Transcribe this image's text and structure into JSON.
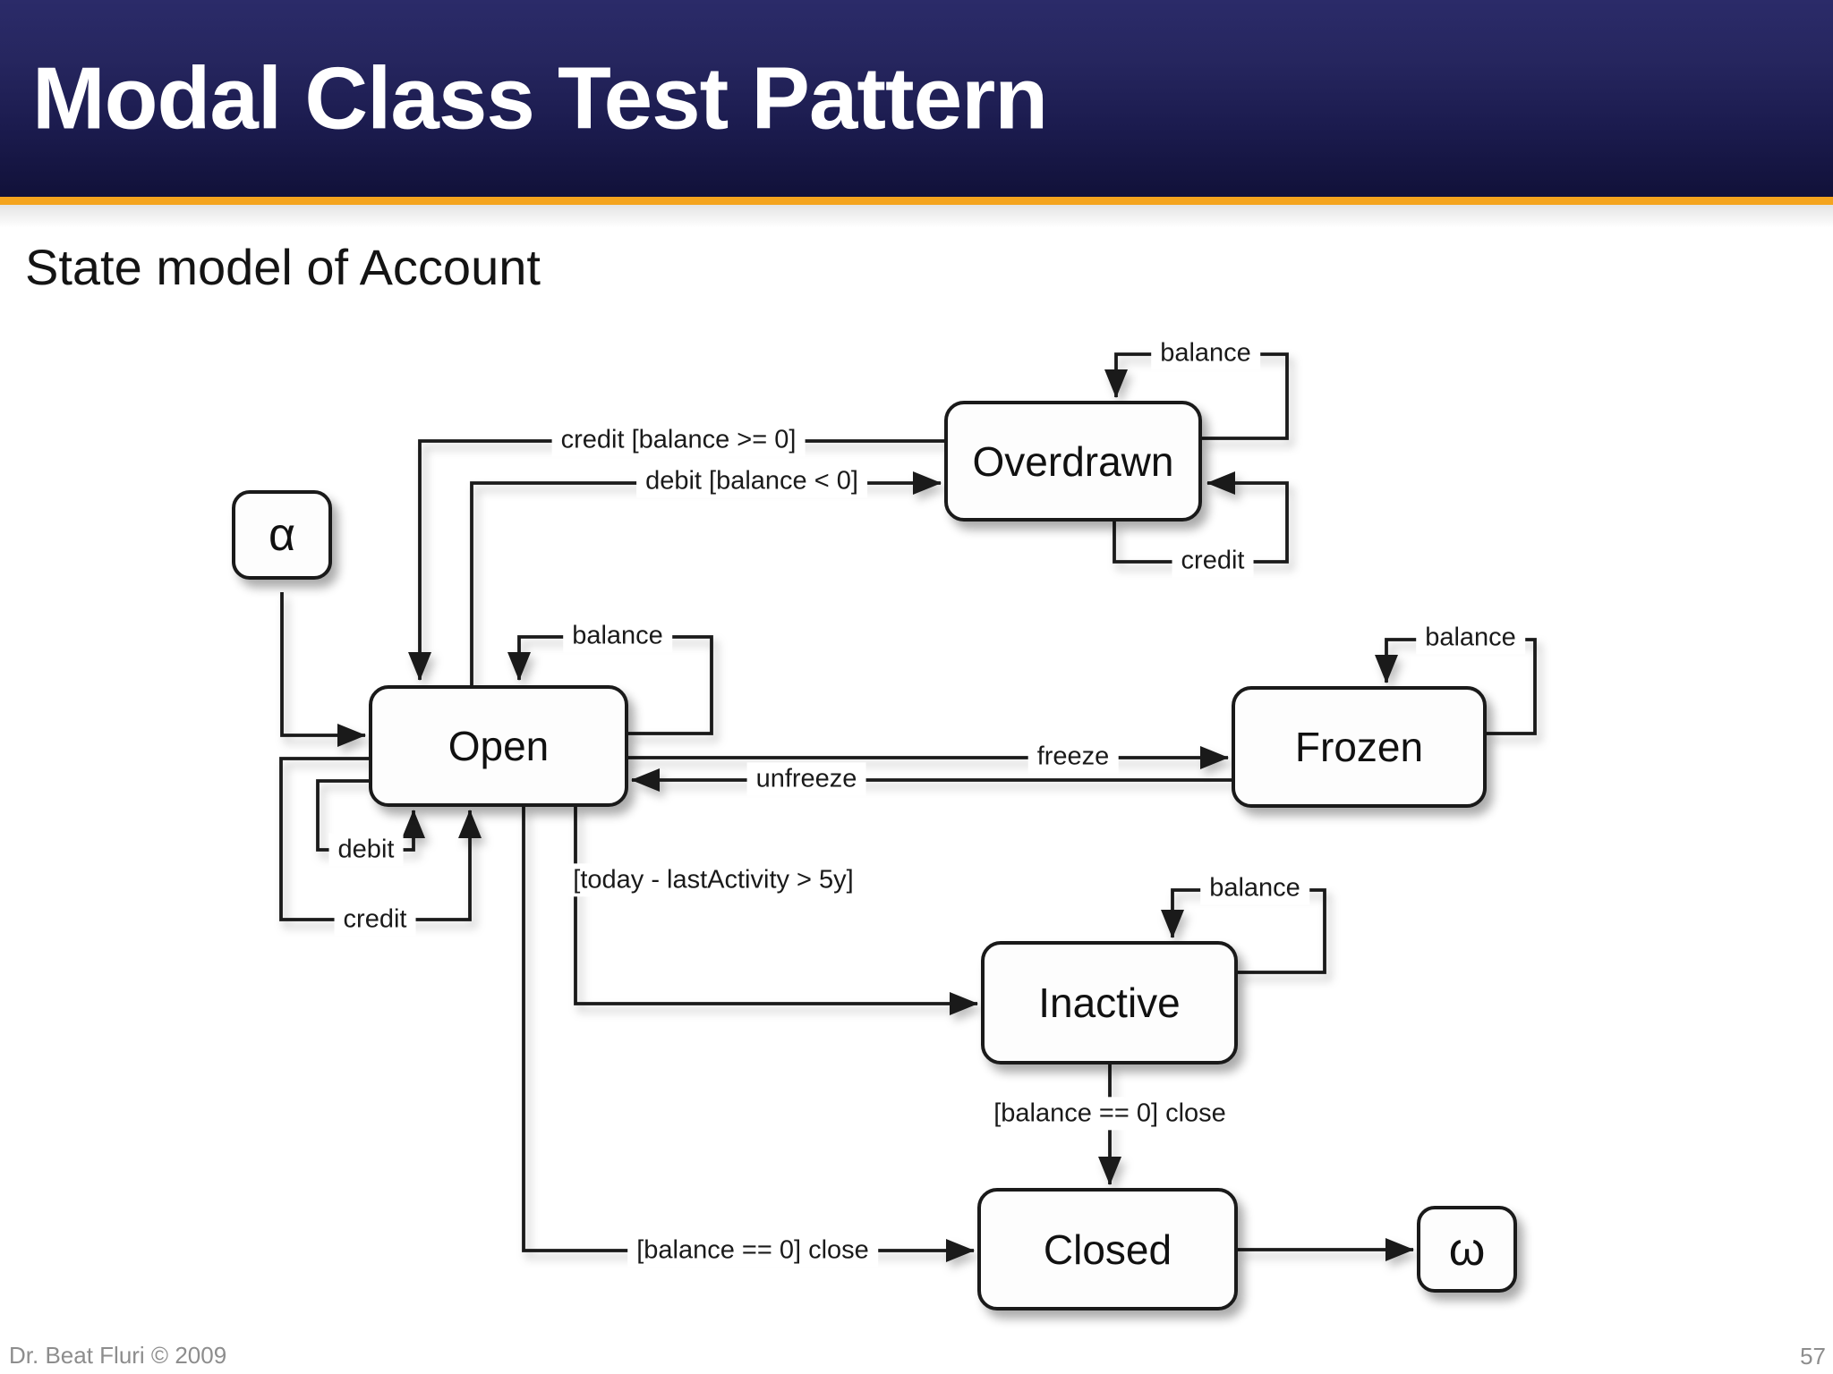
{
  "slide": {
    "title": "Modal Class Test Pattern",
    "subtitle": "State model of Account",
    "footer": {
      "author": "Dr. Beat Fluri © 2009",
      "page_number": "57"
    },
    "colors": {
      "header_gradient_top": "#2b2b69",
      "header_gradient_bottom": "#111139",
      "accent_bar": "#f4a41e",
      "diagram_line": "#1a1a1a",
      "state_fill": "#fdfdfd",
      "footer_text": "#8d8d8d"
    }
  },
  "diagram": {
    "states": {
      "initial": {
        "label": "α"
      },
      "open": {
        "label": "Open"
      },
      "overdrawn": {
        "label": "Overdrawn"
      },
      "frozen": {
        "label": "Frozen"
      },
      "inactive": {
        "label": "Inactive"
      },
      "closed": {
        "label": "Closed"
      },
      "final": {
        "label": "ω"
      }
    },
    "transitions": {
      "overdrawn_to_open": {
        "label": "credit [balance >= 0]"
      },
      "open_to_overdrawn": {
        "label": "debit [balance < 0]"
      },
      "overdrawn_balance_self": {
        "label": "balance"
      },
      "overdrawn_credit_self": {
        "label": "credit"
      },
      "open_balance_self": {
        "label": "balance"
      },
      "open_debit_self": {
        "label": "debit"
      },
      "open_credit_self": {
        "label": "credit"
      },
      "open_to_frozen": {
        "label": "freeze"
      },
      "frozen_to_open": {
        "label": "unfreeze"
      },
      "frozen_balance_self": {
        "label": "balance"
      },
      "open_to_inactive": {
        "label": "[today - lastActivity > 5y]"
      },
      "inactive_balance_self": {
        "label": "balance"
      },
      "inactive_to_closed": {
        "label": "[balance == 0] close"
      },
      "open_to_closed": {
        "label": "[balance == 0] close"
      }
    }
  }
}
